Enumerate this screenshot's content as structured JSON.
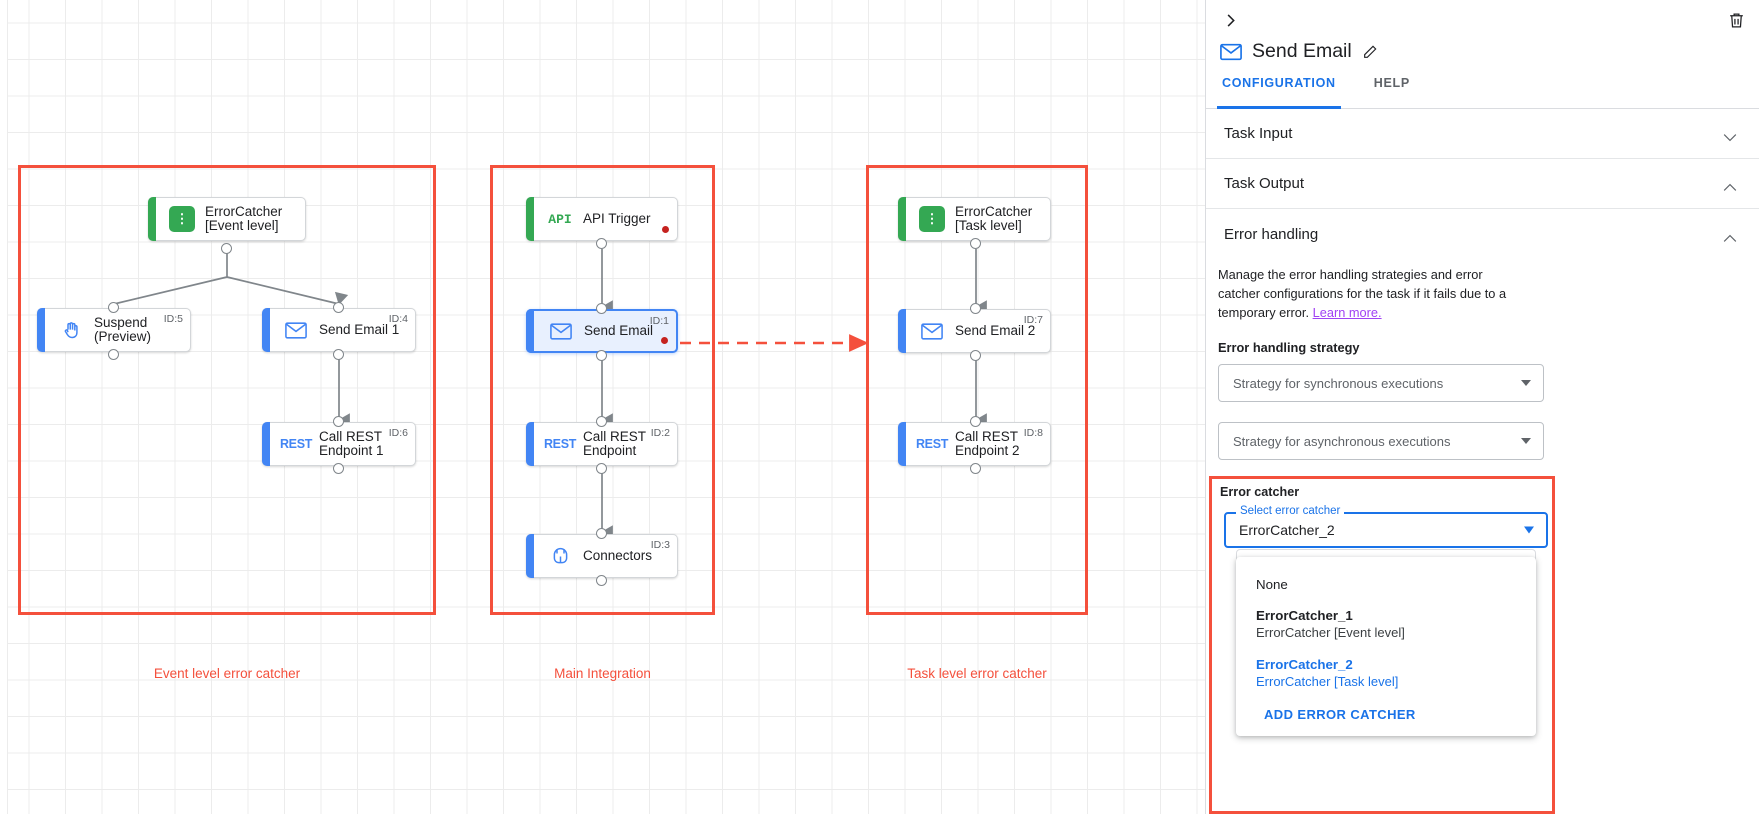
{
  "canvas": {
    "groups": [
      {
        "caption": "Event level error catcher"
      },
      {
        "caption": "Main Integration"
      },
      {
        "caption": "Task level error catcher"
      }
    ],
    "nodes": [
      {
        "key": "errorcatcher_event",
        "label": "ErrorCatcher\n[Event level]",
        "icon": "error-catcher-icon",
        "id": ""
      },
      {
        "key": "suspend",
        "label": "Suspend\n(Preview)",
        "icon": "hand-icon",
        "id": "ID:5"
      },
      {
        "key": "send_email_1",
        "label": "Send Email 1",
        "icon": "mail-icon",
        "id": "ID:4"
      },
      {
        "key": "call_rest_1",
        "label": "Call REST\nEndpoint 1",
        "icon": "rest-icon",
        "id": "ID:6"
      },
      {
        "key": "api_trigger",
        "label": "API Trigger",
        "icon": "api-icon",
        "id": ""
      },
      {
        "key": "send_email",
        "label": "Send Email",
        "icon": "mail-icon",
        "id": "ID:1"
      },
      {
        "key": "call_rest",
        "label": "Call REST\nEndpoint",
        "icon": "rest-icon",
        "id": "ID:2"
      },
      {
        "key": "connectors",
        "label": "Connectors",
        "icon": "connectors-icon",
        "id": "ID:3"
      },
      {
        "key": "errorcatcher_task",
        "label": "ErrorCatcher\n[Task level]",
        "icon": "error-catcher-icon",
        "id": ""
      },
      {
        "key": "send_email_2",
        "label": "Send Email 2",
        "icon": "mail-icon",
        "id": "ID:7"
      },
      {
        "key": "call_rest_2",
        "label": "Call REST\nEndpoint 2",
        "icon": "rest-icon",
        "id": "ID:8"
      }
    ],
    "icon_text": {
      "api": "API",
      "rest": "REST"
    }
  },
  "panel": {
    "collapse_icon": "chevron-right-icon",
    "delete_icon": "trash-icon",
    "title": "Send Email",
    "title_icon": "mail-icon",
    "edit_icon": "pencil-icon",
    "tabs": [
      {
        "label": "CONFIGURATION",
        "active": true
      },
      {
        "label": "HELP",
        "active": false
      }
    ],
    "sections": [
      {
        "key": "task_input",
        "title": "Task Input",
        "state": "collapsed"
      },
      {
        "key": "task_output",
        "title": "Task Output",
        "state": "expanded"
      },
      {
        "key": "error_handling",
        "title": "Error handling",
        "state": "expanded"
      }
    ],
    "error_handling": {
      "description": "Manage the error handling strategies and error catcher configurations for the task if it fails due to a temporary error.",
      "learn_more": "Learn more.",
      "strategy_label": "Error handling strategy",
      "sync_placeholder": "Strategy for synchronous executions",
      "async_placeholder": "Strategy for asynchronous executions"
    },
    "error_catcher": {
      "section_label": "Error catcher",
      "field_legend": "Select error catcher",
      "selected_value": "ErrorCatcher_2",
      "menu": {
        "items": [
          {
            "title": "None",
            "subtitle": "",
            "selected": false,
            "plain": true
          },
          {
            "title": "ErrorCatcher_1",
            "subtitle": "ErrorCatcher [Event level]",
            "selected": false,
            "plain": false
          },
          {
            "title": "ErrorCatcher_2",
            "subtitle": "ErrorCatcher [Task level]",
            "selected": true,
            "plain": false
          }
        ],
        "action_label": "ADD ERROR CATCHER"
      }
    }
  },
  "colors": {
    "accent_blue": "#1a73e8",
    "green": "#34a853",
    "highlight_red": "#f4503c",
    "error_dot": "#c5221f",
    "purple_link": "#a142f4"
  }
}
